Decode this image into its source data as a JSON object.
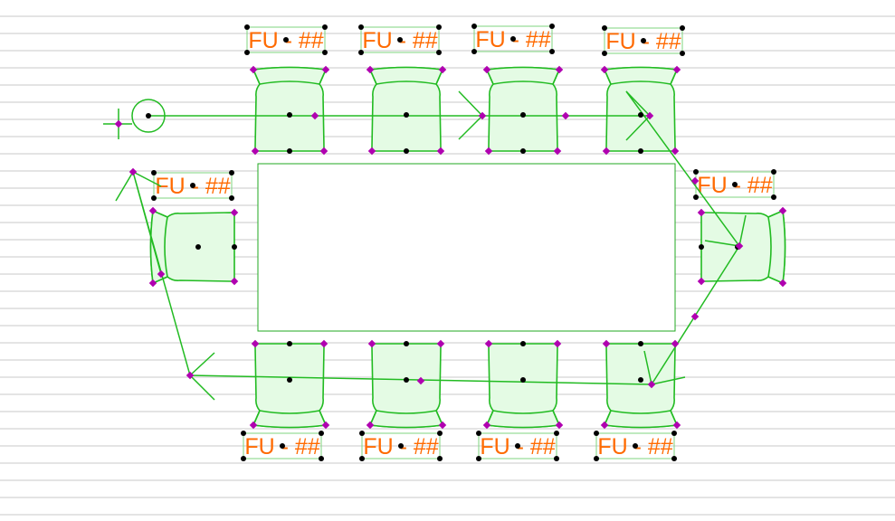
{
  "drawing": {
    "labels": [
      {
        "text": "FU - ##"
      },
      {
        "text": "FU - ##"
      },
      {
        "text": "FU - ##"
      },
      {
        "text": "FU - ##"
      },
      {
        "text": "FU - ##"
      },
      {
        "text": "FU - ##"
      },
      {
        "text": "FU - ##"
      },
      {
        "text": "FU - ##"
      },
      {
        "text": "FU - ##"
      },
      {
        "text": "FU - ##"
      }
    ],
    "colors": {
      "line": "#22bb22",
      "fill": "#e4fbe4",
      "label": "#ff6a00",
      "hotspot": "#b000b0",
      "node": "#000000"
    }
  }
}
